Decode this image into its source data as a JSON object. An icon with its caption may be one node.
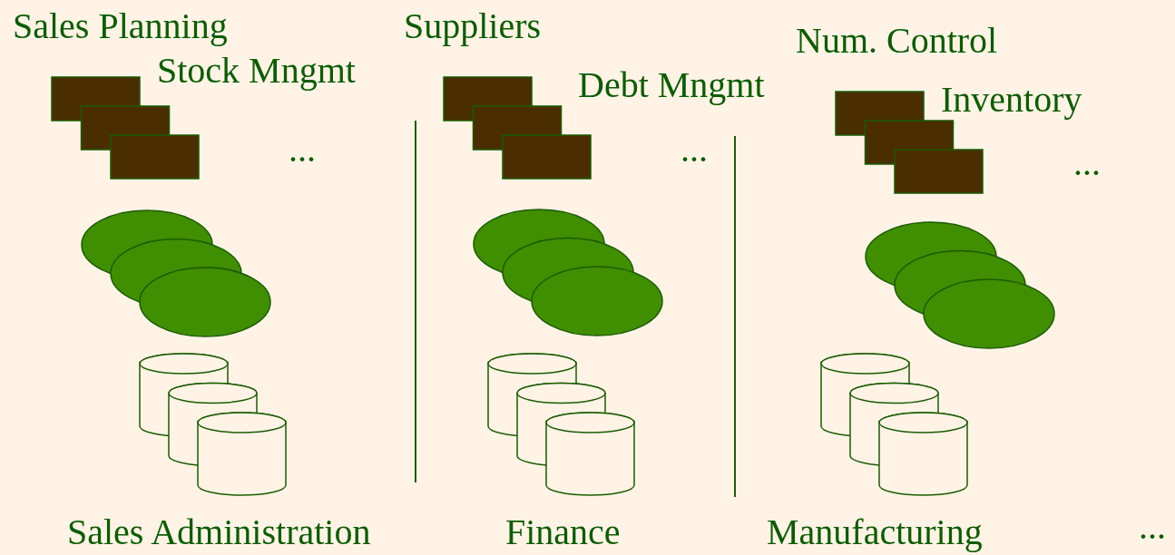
{
  "diagram": {
    "labels": [
      "Sales Planning",
      "Stock Mngmt",
      "...",
      "Suppliers",
      "Debt Mngmt",
      "...",
      "Num. Control",
      "Inventory",
      "...",
      "Sales Administration",
      "Finance",
      "Manufacturing",
      "..."
    ]
  }
}
